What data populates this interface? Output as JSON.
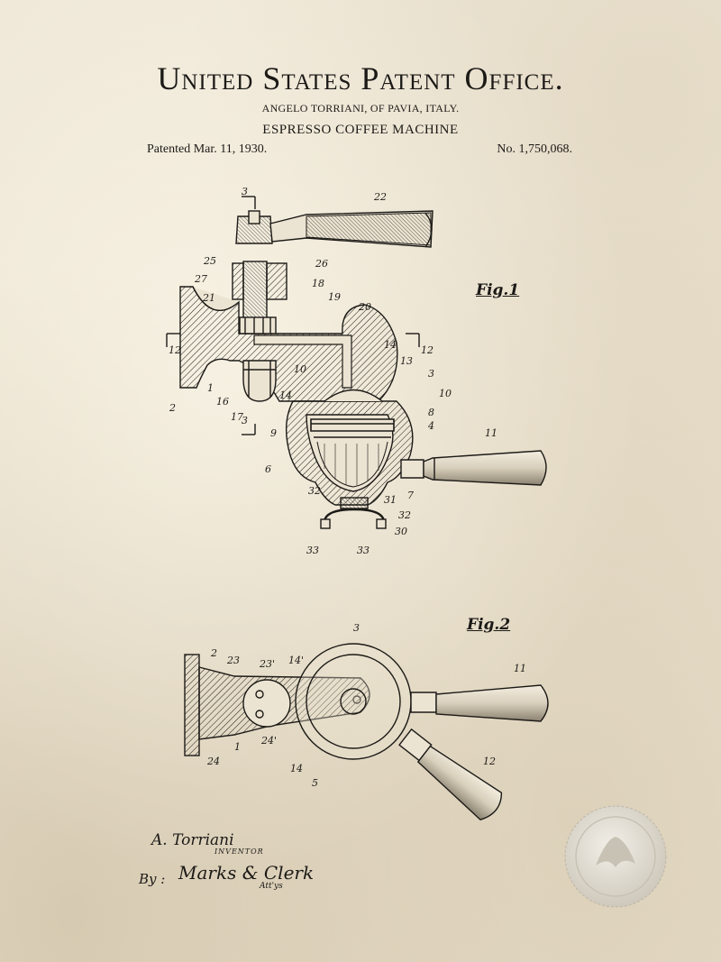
{
  "header": {
    "office": "United States Patent Office.",
    "inventor_line": "ANGELO TORRIANI, OF PAVIA, ITALY.",
    "invention_title": "ESPRESSO COFFEE MACHINE",
    "patented_date": "Patented Mar. 11, 1930.",
    "patent_number": "No. 1,750,068."
  },
  "figures": {
    "fig1_label": "Fig.1",
    "fig2_label": "Fig.2",
    "fig1_refs": [
      "3",
      "22",
      "25",
      "26",
      "27",
      "21",
      "18",
      "19",
      "20",
      "12",
      "12",
      "14",
      "13",
      "3",
      "10",
      "10",
      "8",
      "4",
      "11",
      "9",
      "6",
      "7",
      "1",
      "2",
      "16",
      "17",
      "14",
      "32",
      "31",
      "32",
      "30",
      "33",
      "33",
      "3"
    ],
    "fig2_refs": [
      "3",
      "2",
      "23",
      "23'",
      "14'",
      "11",
      "24",
      "1",
      "24'",
      "14",
      "5",
      "12"
    ]
  },
  "signature": {
    "inventor_name": "A. Torriani",
    "inventor_caption": "INVENTOR",
    "by": "By :",
    "attorney_name": "Marks & Clerk",
    "attorney_caption": "Att'ys"
  },
  "colors": {
    "paper": "#ece4d2",
    "ink": "#1c1a17",
    "seal": "#d9d4c8"
  }
}
